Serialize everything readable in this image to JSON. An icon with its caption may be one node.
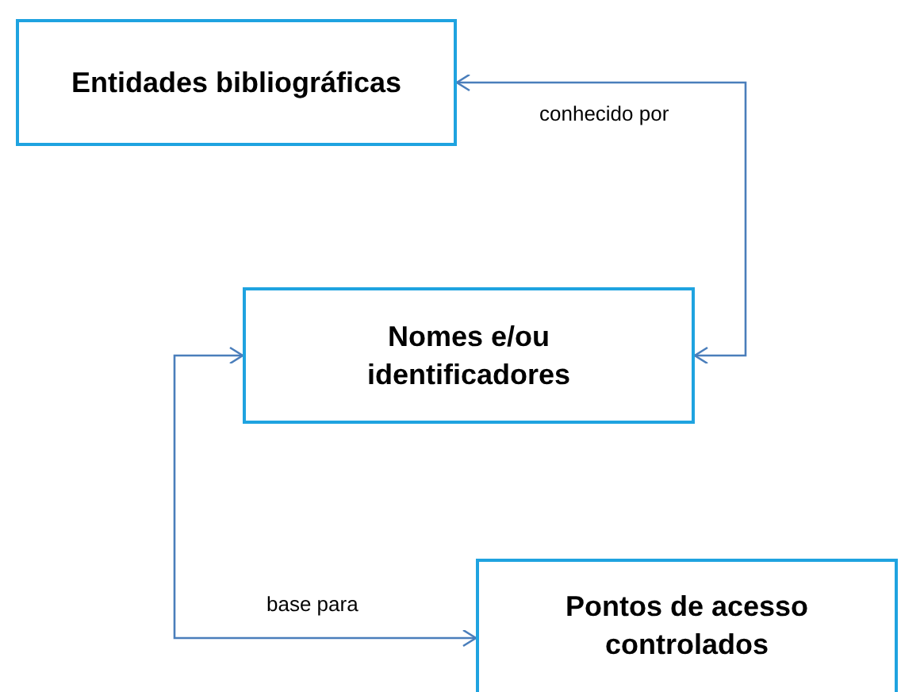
{
  "diagram": {
    "nodes": [
      {
        "text": [
          "Entidades bibliográficas"
        ]
      },
      {
        "text": [
          "Nomes e/ou identificadores"
        ]
      },
      {
        "text": [
          "Pontos de acesso controlados"
        ]
      }
    ],
    "edges": [
      {
        "from": 0,
        "to": 1,
        "arrow": "both",
        "label": "conhecido por"
      },
      {
        "from": 1,
        "to": 2,
        "arrow": "both",
        "label": "base para"
      }
    ]
  }
}
